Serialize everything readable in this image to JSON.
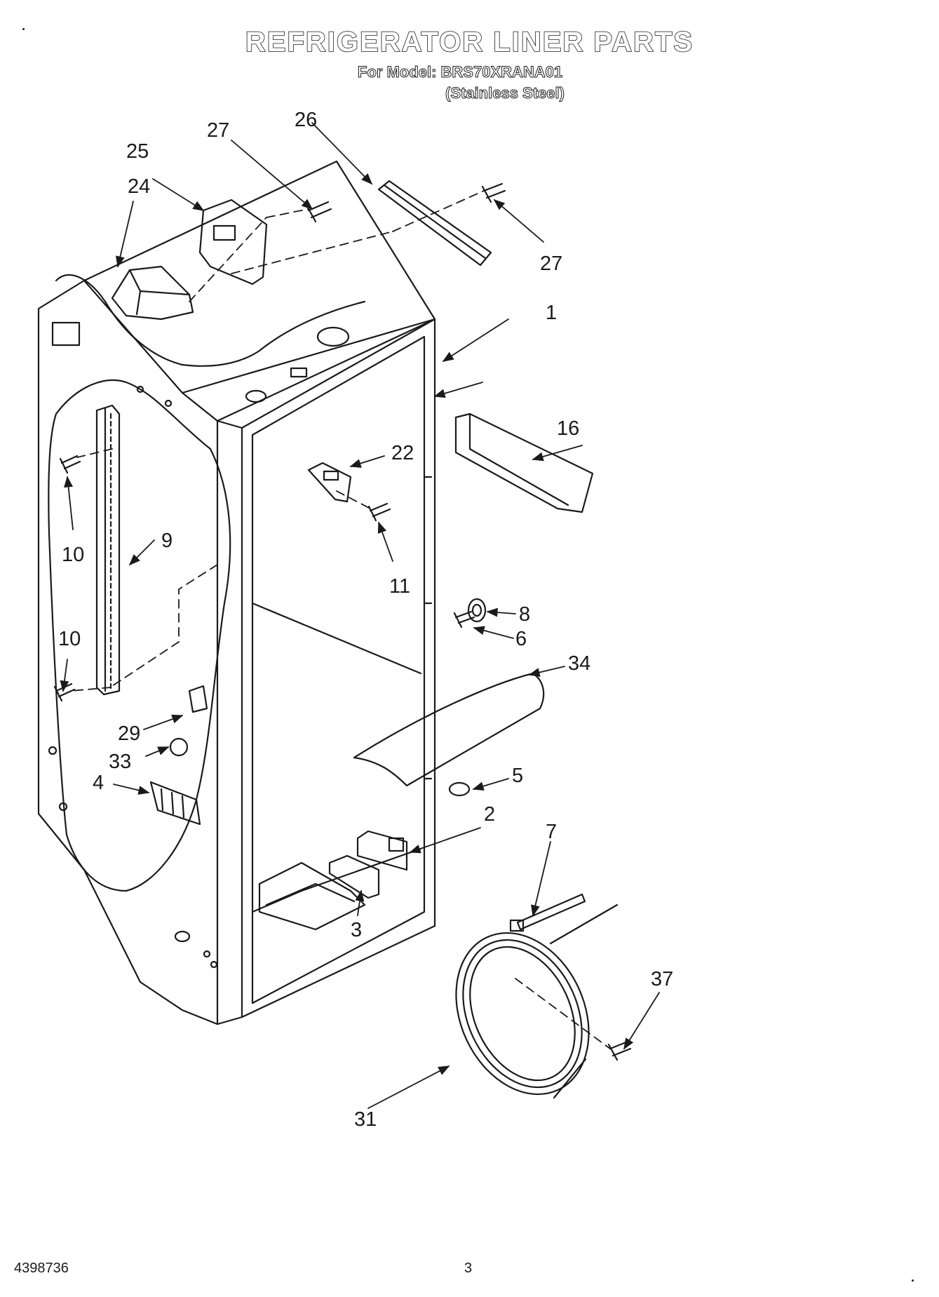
{
  "header": {
    "title": "REFRIGERATOR LINER PARTS",
    "model_line": "For Model: BRS70XRANA01",
    "variant": "(Stainless Steel)"
  },
  "footer": {
    "document_number": "4398736",
    "page_number": "3"
  },
  "callouts": {
    "c1": "1",
    "c2": "2",
    "c3": "3",
    "c4": "4",
    "c5": "5",
    "c6": "6",
    "c7": "7",
    "c8": "8",
    "c9": "9",
    "c10a": "10",
    "c10b": "10",
    "c11": "11",
    "c16": "16",
    "c22": "22",
    "c24": "24",
    "c25": "25",
    "c26": "26",
    "c27a": "27",
    "c27b": "27",
    "c29": "29",
    "c31": "31",
    "c33": "33",
    "c34": "34",
    "c37": "37"
  }
}
